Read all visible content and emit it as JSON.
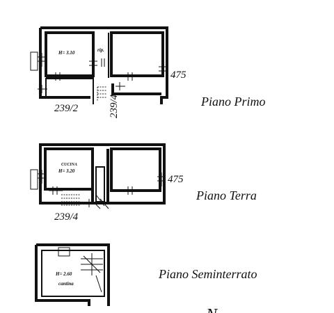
{
  "floors": {
    "primo": {
      "label": "Piano Primo",
      "room_height": "H= 3.10",
      "rip": "rip.",
      "dim_right": "475",
      "dim_bottom_left": "239/2",
      "dim_bottom_mid": "239/4"
    },
    "terra": {
      "label": "Piano Terra",
      "room_name": "CUCINA",
      "room_height": "H= 3.20",
      "dim_right": "475",
      "dim_bottom_left": "239/4"
    },
    "seminterrato": {
      "label": "Piano Seminterrato",
      "room_height": "H= 2.60",
      "room_name": "cantina"
    }
  },
  "north_label": "N",
  "colors": {
    "ink": "#111111",
    "background": "#ffffff"
  }
}
